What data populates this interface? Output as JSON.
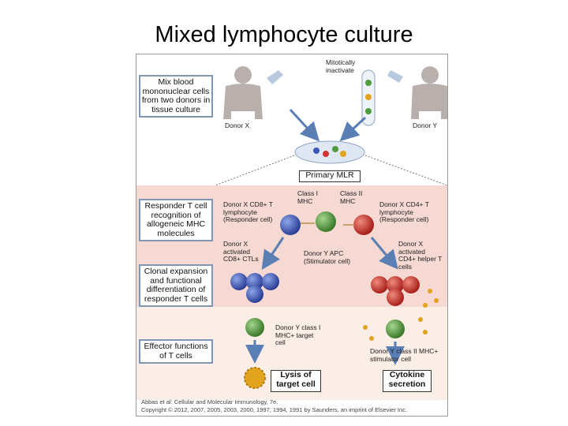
{
  "slide": {
    "title": "Mixed lymphocyte culture"
  },
  "figure": {
    "steps": [
      "Mix blood mononuclear cells from two donors in tissue culture",
      "Responder T cell recognition of allogeneic MHC molecules",
      "Clonal expansion and functional differentiation of responder T cells",
      "Effector functions of T cells"
    ],
    "labels": {
      "donor_x": "Donor X",
      "donor_y": "Donor Y",
      "mitotically": "Mitotically inactivate",
      "primary_mlr": "Primary MLR",
      "class_i": "Class I MHC",
      "class_ii": "Class II MHC",
      "cd8": "Donor X CD8+ T lymphocyte (Responder cell)",
      "cd4": "Donor X CD4+ T lymphocyte (Responder cell)",
      "apc": "Donor Y APC (Stimulator cell)",
      "ctl": "Donor X activated CD8+ CTLs",
      "helper": "Donor X activated CD4+ helper T cells",
      "target": "Donor Y class I MHC+ target cell",
      "stim": "Donor Y class II MHC+ stimulator cell",
      "lysis": "Lysis of target cell",
      "cytokine": "Cytokine secretion"
    },
    "credit_line1": "Abbas et al: Cellular and Molecular Immunology, 7e.",
    "credit_line2": "Copyright © 2012, 2007, 2005, 2003, 2000, 1997, 1994, 1991 by Saunders, an imprint of Elsevier Inc."
  },
  "colors": {
    "cd8": "#3a56b8",
    "cd4": "#d8312c",
    "apc": "#4f9a3c",
    "lysis": "#e0a020",
    "step_border": "#7f97b2"
  }
}
